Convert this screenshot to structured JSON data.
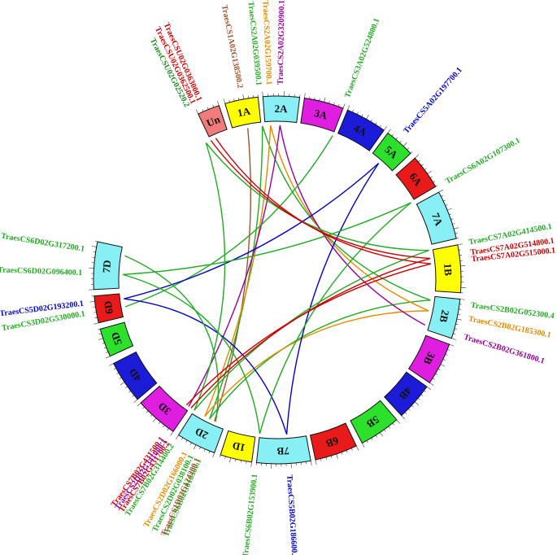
{
  "chromosomes": [
    {
      "label": "Un",
      "color": "#f07c7c"
    },
    {
      "label": "1A",
      "color": "#ffff00"
    },
    {
      "label": "2A",
      "color": "#88f0f4"
    },
    {
      "label": "3A",
      "color": "#e01ee0"
    },
    {
      "label": "4A",
      "color": "#1c1cd8"
    },
    {
      "label": "5A",
      "color": "#2ce02c"
    },
    {
      "label": "6A",
      "color": "#e81a1a"
    },
    {
      "label": "7A",
      "color": "#88f0f4"
    },
    {
      "label": "1B",
      "color": "#ffff00"
    },
    {
      "label": "2B",
      "color": "#88f0f4"
    },
    {
      "label": "3B",
      "color": "#e01ee0"
    },
    {
      "label": "4B",
      "color": "#1c1cd8"
    },
    {
      "label": "5B",
      "color": "#2ce02c"
    },
    {
      "label": "6B",
      "color": "#e81a1a"
    },
    {
      "label": "7B",
      "color": "#88f0f4"
    },
    {
      "label": "1D",
      "color": "#ffff00"
    },
    {
      "label": "2D",
      "color": "#88f0f4"
    },
    {
      "label": "3D",
      "color": "#e01ee0"
    },
    {
      "label": "4D",
      "color": "#1c1cd8"
    },
    {
      "label": "5D",
      "color": "#2ce02c"
    },
    {
      "label": "6D",
      "color": "#e81a1a"
    },
    {
      "label": "7D",
      "color": "#88f0f4"
    }
  ],
  "genes": [
    {
      "id": "TraesCSU02G02520.2",
      "color": "#228b22"
    },
    {
      "id": "TraesCSU02G0362500.1",
      "color": "#cc0000"
    },
    {
      "id": "TraesCSU02G0363000.1",
      "color": "#cc0000"
    },
    {
      "id": "TraesCS1A02G138500.2",
      "color": "#a0522d"
    },
    {
      "id": "TraesCS2A02G039500.1",
      "color": "#22aa22"
    },
    {
      "id": "TraesCS2A02G159700.1",
      "color": "#e68a00"
    },
    {
      "id": "TraesCS2A02G320900.1",
      "color": "#990099"
    },
    {
      "id": "TraesCS3A02G524800.1",
      "color": "#22aa22"
    },
    {
      "id": "TraesCS5A02G197700.1",
      "color": "#0000cc"
    },
    {
      "id": "TraesCS6A02G107300.1",
      "color": "#22aa22"
    },
    {
      "id": "TraesCS7A02G414500.1",
      "color": "#22aa22"
    },
    {
      "id": "TraesCS7A02G514800.1",
      "color": "#cc0000"
    },
    {
      "id": "TraesCS7A02G515000.1",
      "color": "#cc0000"
    },
    {
      "id": "TraesCS2B02G052300.4",
      "color": "#22aa22"
    },
    {
      "id": "TraesCS2B02G185300.1",
      "color": "#e68a00"
    },
    {
      "id": "TraesCS2B02G361800.1",
      "color": "#990099"
    },
    {
      "id": "TraesCS5B02G186600.1",
      "color": "#0000cc"
    },
    {
      "id": "TraesCS6B02G153900.1",
      "color": "#22aa22"
    },
    {
      "id": "TraesCS6B02G016300.1",
      "color": "#22aa22"
    },
    {
      "id": "TraesCS7B02G314400.2",
      "color": "#22aa22"
    },
    {
      "id": "TraesCS7B02G431700.2",
      "color": "#cc0000"
    },
    {
      "id": "TraesCS7B02G431500.1",
      "color": "#cc0000"
    },
    {
      "id": "TraesCS1D02G124200.1",
      "color": "#a0522d"
    },
    {
      "id": "TraesCS2D02G038100.1",
      "color": "#22aa22"
    },
    {
      "id": "TraesCS2D02G166000.1",
      "color": "#e68a00"
    },
    {
      "id": "TraesCS2D02G341000.1",
      "color": "#990099"
    },
    {
      "id": "TraesCS3D02G530000.1",
      "color": "#22aa22"
    },
    {
      "id": "TraesCS5D02G193200.1",
      "color": "#0000cc"
    },
    {
      "id": "TraesCS6D02G096400.1",
      "color": "#22aa22"
    },
    {
      "id": "TraesCS6D02G317200.1",
      "color": "#22aa22"
    }
  ],
  "links": [
    {
      "from": 3,
      "to": 22,
      "color": "#a0522d"
    },
    {
      "from": 4,
      "to": 13,
      "color": "#22aa22"
    },
    {
      "from": 4,
      "to": 23,
      "color": "#22aa22"
    },
    {
      "from": 13,
      "to": 23,
      "color": "#22aa22"
    },
    {
      "from": 5,
      "to": 14,
      "color": "#e68a00"
    },
    {
      "from": 5,
      "to": 24,
      "color": "#e68a00"
    },
    {
      "from": 14,
      "to": 24,
      "color": "#e68a00"
    },
    {
      "from": 6,
      "to": 15,
      "color": "#990099"
    },
    {
      "from": 6,
      "to": 25,
      "color": "#990099"
    },
    {
      "from": 7,
      "to": 26,
      "color": "#22aa22"
    },
    {
      "from": 8,
      "to": 16,
      "color": "#0000cc"
    },
    {
      "from": 8,
      "to": 27,
      "color": "#0000cc"
    },
    {
      "from": 16,
      "to": 27,
      "color": "#0000cc"
    },
    {
      "from": 9,
      "to": 17,
      "color": "#22aa22"
    },
    {
      "from": 9,
      "to": 28,
      "color": "#22aa22"
    },
    {
      "from": 17,
      "to": 28,
      "color": "#22aa22"
    },
    {
      "from": 18,
      "to": 29,
      "color": "#22aa22"
    },
    {
      "from": 10,
      "to": 19,
      "color": "#22aa22"
    },
    {
      "from": 10,
      "to": 0,
      "color": "#22aa22"
    },
    {
      "from": 19,
      "to": 0,
      "color": "#22aa22"
    },
    {
      "from": 11,
      "to": 20,
      "color": "#cc0000"
    },
    {
      "from": 11,
      "to": 1,
      "color": "#cc0000"
    },
    {
      "from": 12,
      "to": 21,
      "color": "#cc0000"
    },
    {
      "from": 12,
      "to": 2,
      "color": "#cc0000"
    }
  ]
}
